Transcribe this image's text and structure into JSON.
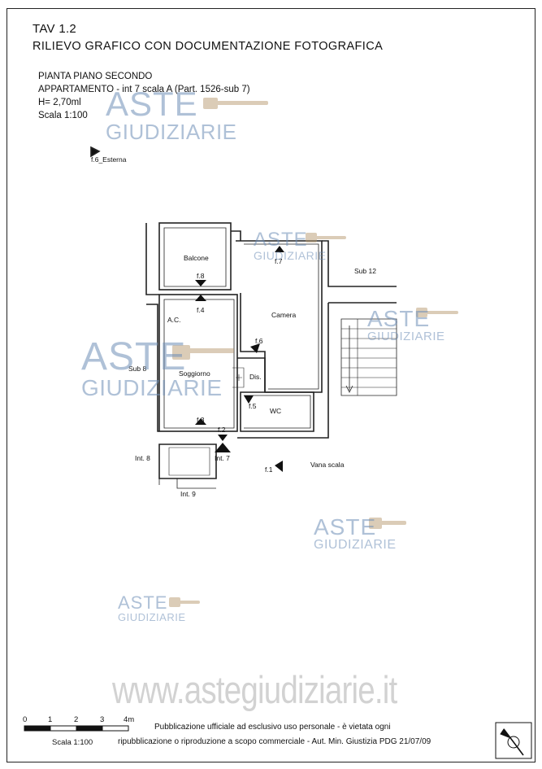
{
  "header": {
    "tav": "TAV 1.2",
    "subtitle": "RILIEVO GRAFICO CON DOCUMENTAZIONE FOTOGRAFICA"
  },
  "info": {
    "line1": "PIANTA PIANO SECONDO",
    "line2": "APPARTAMENTO - int 7 scala A (Part. 1526-sub 7)",
    "line3": "H= 2,70ml",
    "line4": "Scala 1:100"
  },
  "watermark": {
    "aste": "ASTE",
    "giudiziarie": "GIUDIZIARIE",
    "site": "www.astegiudiziarie.it"
  },
  "plan": {
    "rooms": {
      "balcone": "Balcone",
      "camera": "Camera",
      "soggiorno": "Soggiorno",
      "dis": "Dis.",
      "wc": "WC",
      "ac": "A.C."
    },
    "neighbors": {
      "sub12": "Sub 12",
      "sub8": "Sub 8",
      "int8": "Int. 8",
      "int7": "Int. 7",
      "int9": "Int. 9",
      "vana_scala": "Vana scala"
    },
    "photo_points": {
      "f1": "f.1",
      "f2": "f.2",
      "f3": "f.3",
      "f4": "f.4",
      "f5": "f.5",
      "f6": "f.6",
      "f7": "f.7",
      "f8": "f.8",
      "f6_esterna": "f.6_Esterna"
    }
  },
  "scalebar": {
    "ticks": [
      "0",
      "1",
      "2",
      "3",
      "4m"
    ],
    "label": "Scala 1:100"
  },
  "footer": {
    "line1": "Pubblicazione ufficiale ad esclusivo uso personale - è vietata ogni",
    "line2": "ripubblicazione o riproduzione a scopo commerciale - Aut. Min. Giustizia PDG 21/07/09"
  }
}
